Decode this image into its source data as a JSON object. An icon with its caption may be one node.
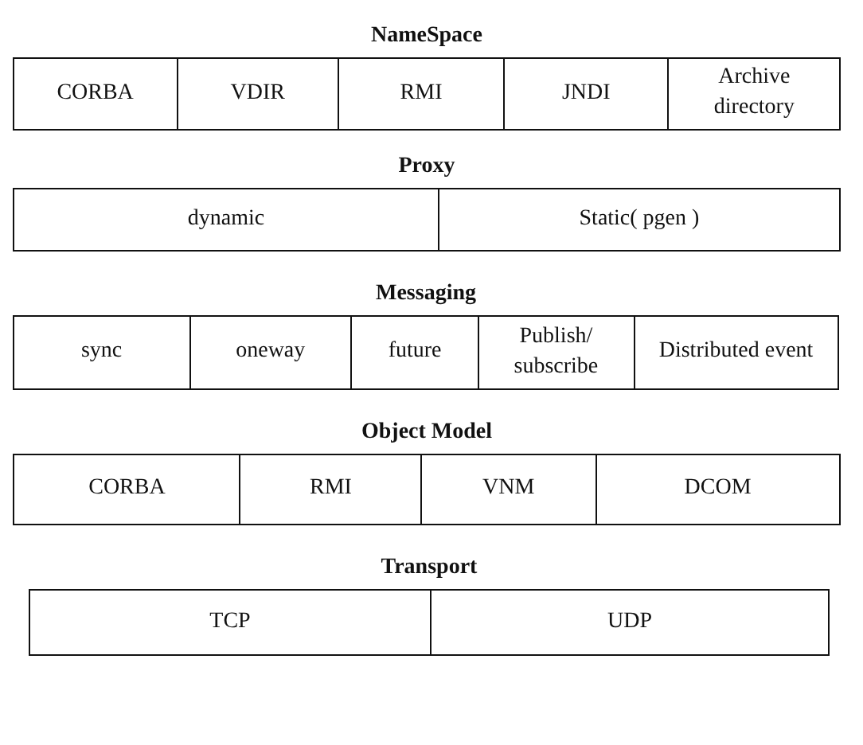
{
  "diagram": {
    "nodes": [
      {
        "text": [
          "NameSpace"
        ]
      },
      {
        "text": [
          "CORBA"
        ],
        "in": 0
      },
      {
        "text": [
          "VDIR"
        ],
        "in": 0
      },
      {
        "text": [
          "RMI"
        ],
        "in": 0
      },
      {
        "text": [
          "JNDI"
        ],
        "in": 0
      },
      {
        "text": [
          "Archive directory"
        ],
        "in": 0
      },
      {
        "text": [
          "Proxy"
        ]
      },
      {
        "text": [
          "dynamic"
        ],
        "in": 6
      },
      {
        "text": [
          "Static( pgen )"
        ],
        "in": 6
      },
      {
        "text": [
          "Messaging"
        ]
      },
      {
        "text": [
          "sync"
        ],
        "in": 9
      },
      {
        "text": [
          "oneway"
        ],
        "in": 9
      },
      {
        "text": [
          "future"
        ],
        "in": 9
      },
      {
        "text": [
          "Publish/ subscribe"
        ],
        "in": 9
      },
      {
        "text": [
          "Distributed event"
        ],
        "in": 9
      },
      {
        "text": [
          "Object Model"
        ]
      },
      {
        "text": [
          "CORBA"
        ],
        "in": 15
      },
      {
        "text": [
          "RMI"
        ],
        "in": 15
      },
      {
        "text": [
          "VNM"
        ],
        "in": 15
      },
      {
        "text": [
          "DCOM"
        ],
        "in": 15
      },
      {
        "text": [
          "Transport"
        ]
      },
      {
        "text": [
          "TCP"
        ],
        "in": 20
      },
      {
        "text": [
          "UDP"
        ],
        "in": 20
      }
    ]
  }
}
